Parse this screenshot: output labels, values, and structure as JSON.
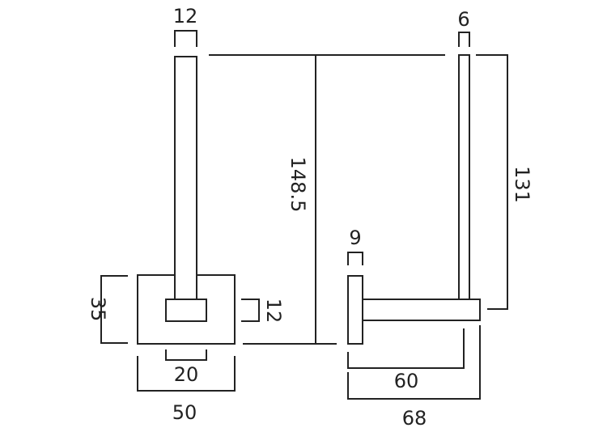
{
  "colors": {
    "stroke": "#222222",
    "background": "#ffffff"
  },
  "dimensions": {
    "front_rod_width": "12",
    "front_plate_height": "35",
    "front_socket_height": "12",
    "front_socket_width": "20",
    "front_plate_width": "50",
    "overall_height": "148.5",
    "side_rod_width": "6",
    "side_rod_height": "131",
    "side_plate_depth": "9",
    "side_arm_length": "60",
    "side_overall_depth": "68"
  }
}
